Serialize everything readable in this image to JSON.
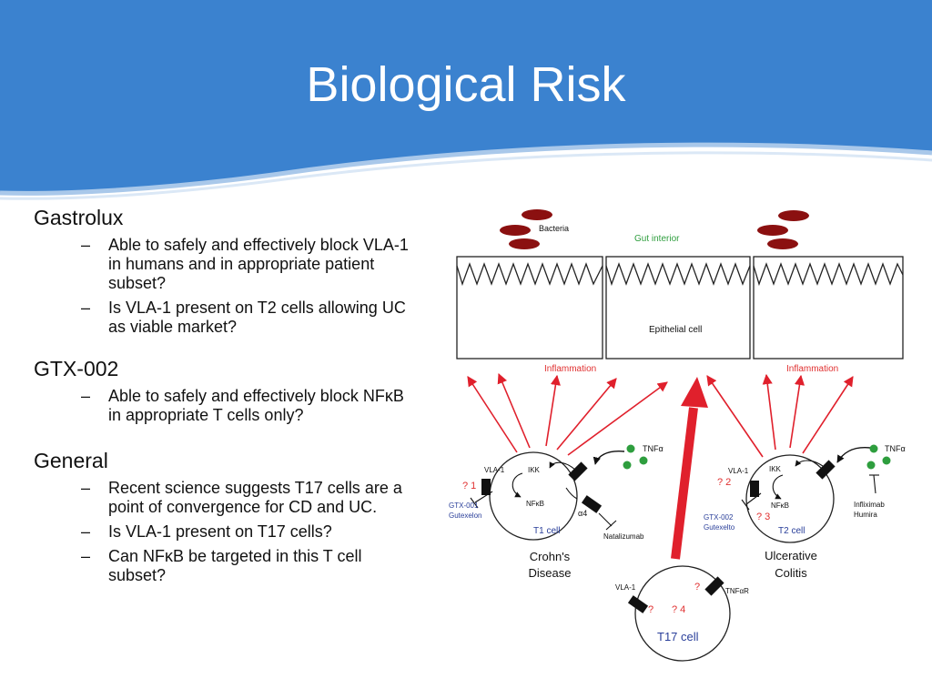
{
  "slide": {
    "title": "Biological Risk",
    "header_color": "#3b82cf"
  },
  "sections": [
    {
      "title": "Gastrolux",
      "items": [
        "Able to safely and effectively block VLA-1 in humans and in appropriate patient subset?",
        "Is VLA-1 present on T2 cells allowing UC as viable market?"
      ]
    },
    {
      "title": "GTX-002",
      "items": [
        "Able to safely and effectively block NFκB in appropriate T cells only?"
      ]
    },
    {
      "title": "General",
      "items": [
        "Recent science suggests T17 cells are a point of convergence for CD and UC.",
        "Is VLA-1 present on T17 cells?",
        "Can NFκB be targeted in this T cell subset?"
      ]
    }
  ],
  "diagram": {
    "bacteria_label": "Bacteria",
    "gut_interior": "Gut interior",
    "epithelial_cell": "Epithelial cell",
    "inflammation_left": "Inflammation",
    "inflammation_right": "Inflammation",
    "t1": {
      "vla": "VLA-1",
      "ikk": "IKK",
      "nfkb": "NFκB",
      "alpha4": "α4",
      "tnf": "TNFα",
      "q1": "? 1",
      "drug_line1": "GTX-001",
      "drug_line2": "Gutexelon",
      "cell": "T1 cell",
      "natalizumab": "Natalizumab",
      "disease_line1": "Crohn's",
      "disease_line2": "Disease"
    },
    "t2": {
      "vla": "VLA-1",
      "ikk": "IKK",
      "nfkb": "NFκB",
      "tnf": "TNFα",
      "q2": "? 2",
      "q3": "? 3",
      "drug_line1": "GTX-002",
      "drug_line2": "Gutexelto",
      "cell": "T2 cell",
      "infliximab": "Infliximab",
      "humira": "Humira",
      "disease_line1": "Ulcerative",
      "disease_line2": "Colitis"
    },
    "t17": {
      "vla": "VLA-1",
      "tnfr": "TNFαR",
      "q_a": "?",
      "q_b": "?",
      "q4": "? 4",
      "cell": "T17 cell"
    },
    "colors": {
      "arrow_red": "#e0202c",
      "label_red": "#e03030",
      "green": "#2e9e3e",
      "bacteria": "#8b1010",
      "blue_text": "#2a3f9a"
    }
  }
}
